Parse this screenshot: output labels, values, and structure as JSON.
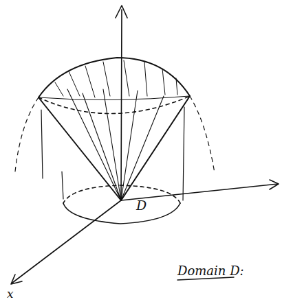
{
  "diagram": {
    "labels": [
      "D",
      "Domain D:",
      "x"
    ]
  }
}
